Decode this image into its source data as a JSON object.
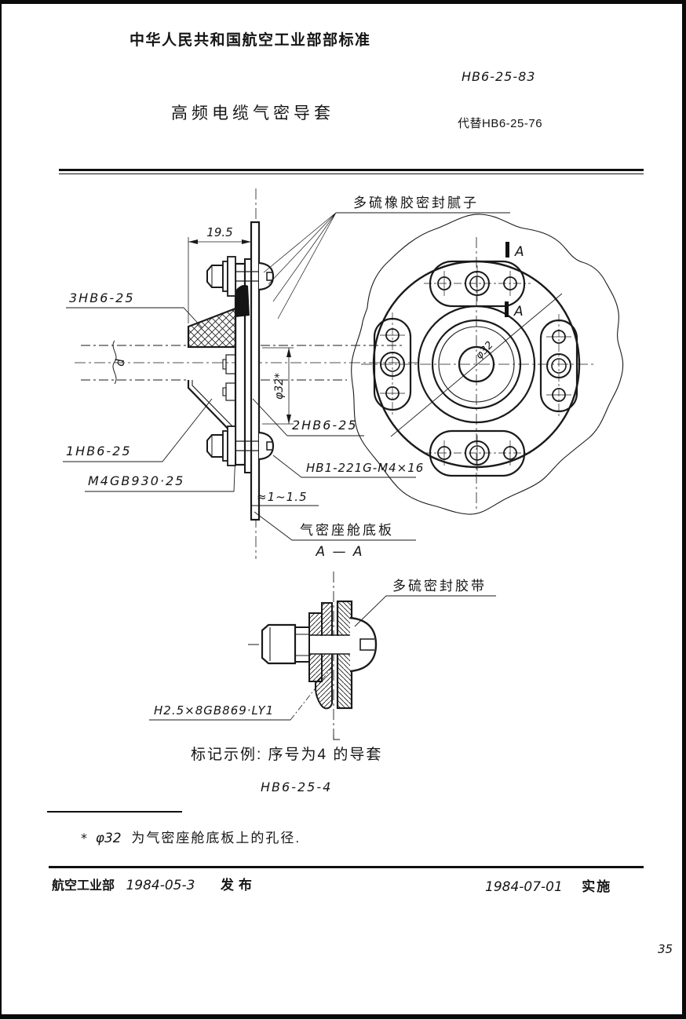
{
  "header": {
    "org_line": "中华人民共和国航空工业部部标准",
    "standard_no": "HB6-25-83",
    "title": "高频电缆气密导套",
    "replaces": "代替HB6-25-76"
  },
  "drawing": {
    "labels": {
      "putty": "多硫橡胶密封腻子",
      "dim_width": "19.5",
      "part3": "3HB6-25",
      "part1": "1HB6-25",
      "part2": "2HB6-25",
      "screw": "HB1-221G-M4×16",
      "anchor_nut": "M4GB930·25",
      "cable_dia": "d",
      "hole_dia": "φ32*",
      "putty_gap": "≈1~1.5",
      "bulkhead": "气密座舱底板",
      "section_title": "A — A",
      "section_mark": "A",
      "front_hole_dia": "φ32"
    },
    "detail": {
      "tape": "多硫密封胶带",
      "rivet": "H2.5×8GB869·LY1"
    }
  },
  "example": {
    "caption": "标记示例:  序号为4 的导套",
    "designation": "HB6-25-4"
  },
  "page": {
    "page_number": "35",
    "footnote": {
      "star": "*",
      "phi": "φ32",
      "text": "为气密座舱底板上的孔径."
    }
  },
  "footer": {
    "org": "航空工业部",
    "issue_date": "1984-05-3",
    "issue_word": "发布",
    "impl_date": "1984-07-01",
    "impl_word": "实施"
  }
}
